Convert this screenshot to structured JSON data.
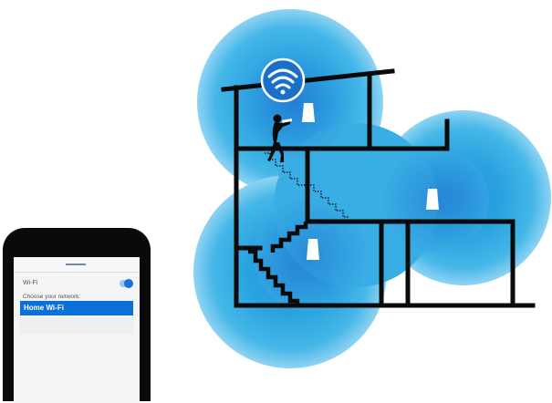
{
  "phone": {
    "wifi_label": "Wi-Fi",
    "wifi_enabled": true,
    "choose_label": "Choose your network:",
    "networks": [
      {
        "name": "Home Wi-Fi",
        "selected": true
      }
    ]
  },
  "icons": {
    "router_badge": "wifi-icon",
    "node": "router-node-icon",
    "person": "person-with-tablet-icon"
  },
  "colors": {
    "coverage_blue": "#2aa6de",
    "coverage_dark": "#1a79c7",
    "house_outline": "#0a0a0a",
    "selected_network": "#0a6fd8",
    "toggle_on": "#1a73d8"
  }
}
